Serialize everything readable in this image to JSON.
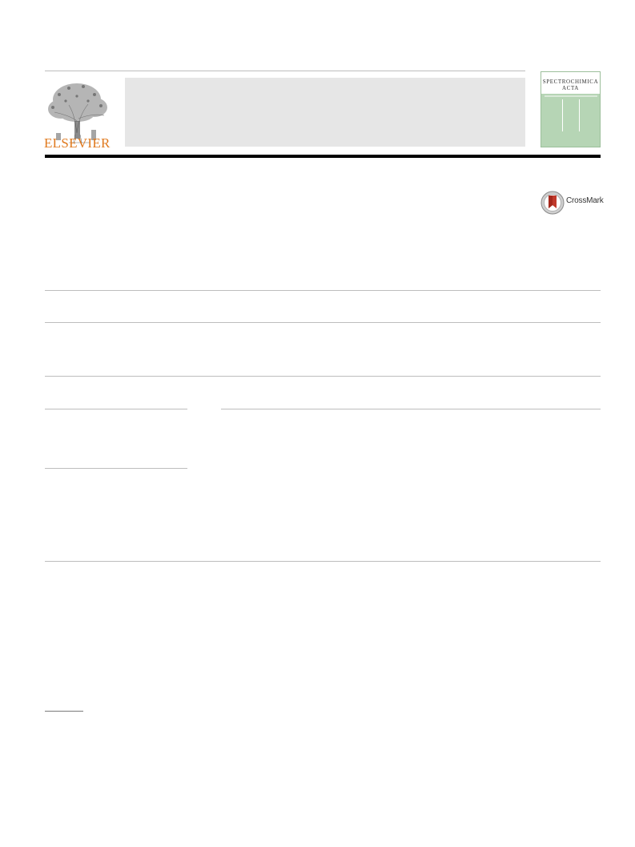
{
  "header": {
    "publisher": "ELSEVIER",
    "journal_cover_title": "SPECTROCHIMICA",
    "journal_cover_subtitle": "ACTA"
  },
  "badge": {
    "crossmark_label": "CrossMark"
  },
  "colors": {
    "publisher_orange": "#e07a1f",
    "cover_green": "#b6d5b5",
    "header_box_gray": "#e6e6e6",
    "crossmark_red": "#c0392b"
  }
}
